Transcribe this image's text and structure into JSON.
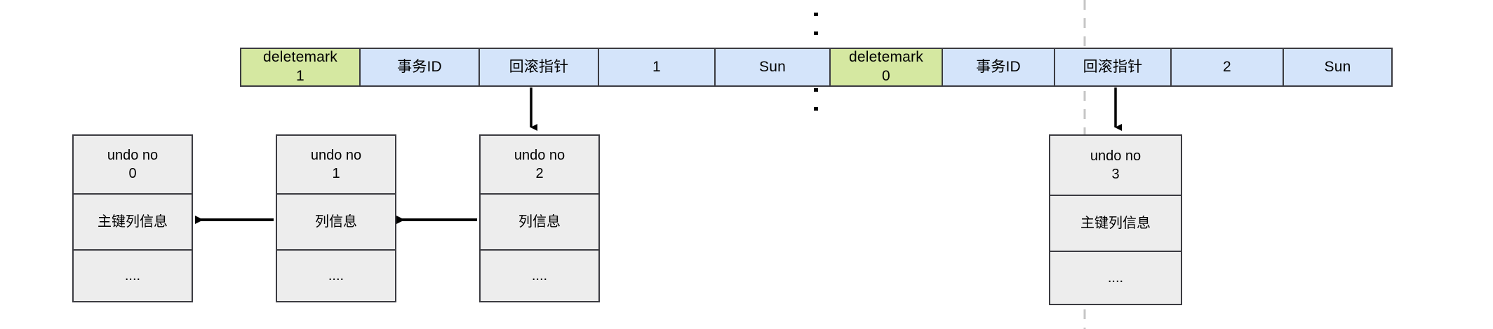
{
  "diagram": {
    "title": "MySQL undo log version chain diagram",
    "colors": {
      "cell_blue": "#d4e4fa",
      "cell_green": "#d5e8a1",
      "undo_fill": "#ededed",
      "stroke": "#3b3b41",
      "divider_gray": "#c6c6c6",
      "divider_black": "#000000"
    },
    "record_row": {
      "cells": [
        {
          "label": "deletemark",
          "value": "1",
          "fill": "green"
        },
        {
          "label": "事务ID",
          "value": "",
          "fill": "blue"
        },
        {
          "label": "回滚指针",
          "value": "",
          "fill": "blue"
        },
        {
          "label": "1",
          "value": "",
          "fill": "blue"
        },
        {
          "label": "Sun",
          "value": "",
          "fill": "blue"
        },
        {
          "label": "deletemark",
          "value": "0",
          "fill": "green"
        },
        {
          "label": "事务ID",
          "value": "",
          "fill": "blue"
        },
        {
          "label": "回滚指针",
          "value": "",
          "fill": "blue"
        },
        {
          "label": "2",
          "value": "",
          "fill": "blue"
        },
        {
          "label": "Sun",
          "value": "",
          "fill": "blue"
        }
      ]
    },
    "undo_boxes": [
      {
        "id": "undo-0",
        "header_label": "undo no",
        "header_value": "0",
        "middle": "主键列信息",
        "footer": "...."
      },
      {
        "id": "undo-1",
        "header_label": "undo no",
        "header_value": "1",
        "middle": "列信息",
        "footer": "...."
      },
      {
        "id": "undo-2",
        "header_label": "undo no",
        "header_value": "2",
        "middle": "列信息",
        "footer": "...."
      },
      {
        "id": "undo-3",
        "header_label": "undo no",
        "header_value": "3",
        "middle": "主键列信息",
        "footer": "...."
      }
    ],
    "dividers": [
      {
        "name": "record-split-dotted",
        "style": "dotted-black"
      },
      {
        "name": "version-split-dashed",
        "style": "dashed-gray"
      }
    ]
  }
}
